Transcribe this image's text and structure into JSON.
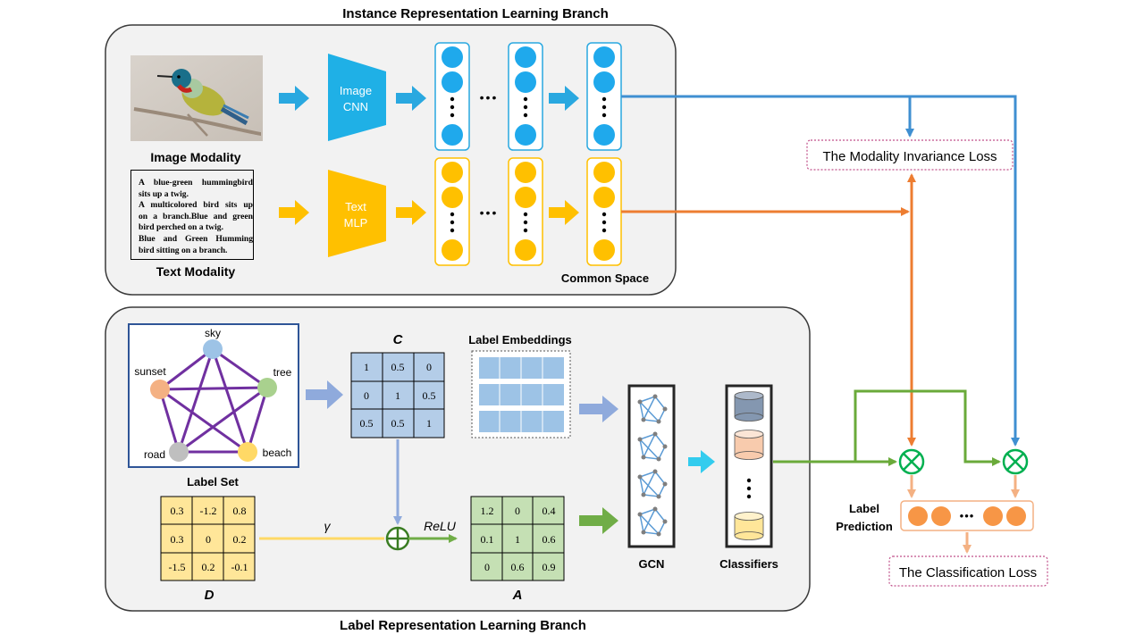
{
  "titles": {
    "instance_branch": "Instance Representation Learning Branch",
    "label_branch": "Label Representation Learning Branch"
  },
  "instance": {
    "image_modality": "Image Modality",
    "text_modality": "Text Modality",
    "image_cnn": [
      "Image",
      "CNN"
    ],
    "text_mlp": [
      "Text",
      "MLP"
    ],
    "common_space": "Common Space",
    "caption_lines": [
      "A blue-green hummingbird",
      "sits up a twig.",
      "A multicolored bird sits up",
      "on a branch.Blue and green",
      "bird perched on a twig.",
      "Blue and Green Humming",
      "bird sitting on a branch."
    ],
    "ellipsis": "•••"
  },
  "losses": {
    "modality_invariance": "The Modality Invariance Loss",
    "classification": "The Classification Loss"
  },
  "label_set": {
    "title": "Label Set",
    "nodes": [
      "sky",
      "tree",
      "beach",
      "road",
      "sunset"
    ]
  },
  "matrices": {
    "C": {
      "name": "C",
      "rows": [
        [
          "1",
          "0.5",
          "0"
        ],
        [
          "0",
          "1",
          "0.5"
        ],
        [
          "0.5",
          "0.5",
          "1"
        ]
      ]
    },
    "D": {
      "name": "D",
      "rows": [
        [
          "0.3",
          "-1.2",
          "0.8"
        ],
        [
          "0.3",
          "0",
          "0.2"
        ],
        [
          "-1.5",
          "0.2",
          "-0.1"
        ]
      ]
    },
    "A": {
      "name": "A",
      "rows": [
        [
          "1.2",
          "0",
          "0.4"
        ],
        [
          "0.1",
          "1",
          "0.6"
        ],
        [
          "0",
          "0.6",
          "0.9"
        ]
      ]
    }
  },
  "labels": {
    "label_embeddings": "Label Embeddings",
    "gamma": "γ",
    "relu": "ReLU",
    "gcn": "GCN",
    "classifiers": "Classifiers",
    "label_prediction": [
      "Label",
      "Prediction"
    ],
    "prediction_ellipsis": "•••"
  },
  "colors": {
    "blue": "#29a8e0",
    "orange": "#ed7d31",
    "green": "#70ad47",
    "purple": "#7030a0",
    "yellow": "#ffc000",
    "matrix_blue": "#b4cde8",
    "matrix_yellow": "#ffe699",
    "matrix_green": "#c5e0b4",
    "loss_border": "#c0508a"
  }
}
